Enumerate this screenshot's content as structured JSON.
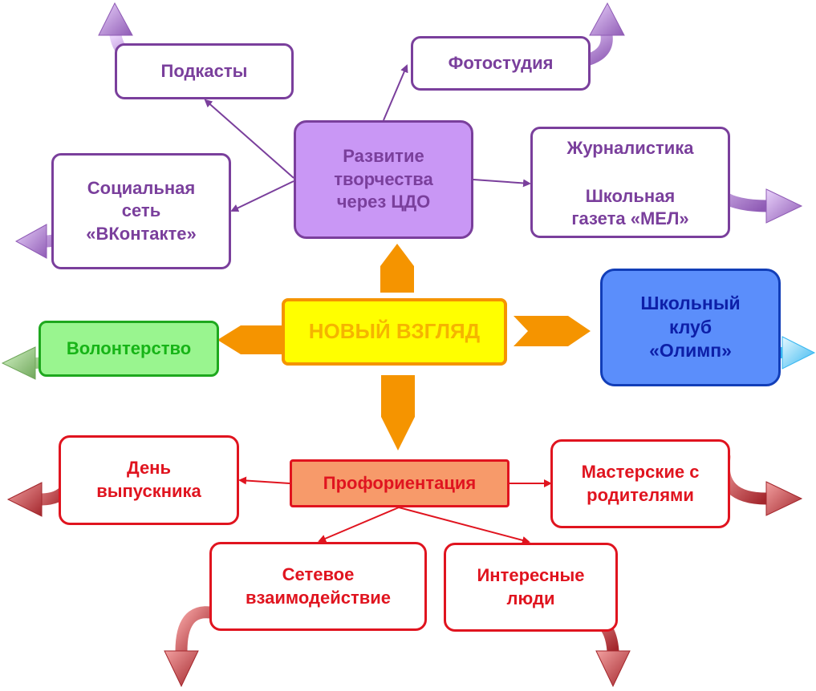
{
  "center": {
    "label": "НОВЫЙ ВЗГЛЯД"
  },
  "creativity": {
    "hub": [
      "Развитие",
      "творчества",
      "через ЦДО"
    ],
    "podcasts": "Подкасты",
    "photo": "Фотостудия",
    "social": [
      "Социальная",
      "сеть",
      "«ВКонтакте»"
    ],
    "journalism": {
      "title": "Журналистика",
      "paper": [
        "Школьная",
        "газета «МЕЛ»"
      ]
    }
  },
  "volunteer": "Волонтерство",
  "club": [
    "Школьный",
    "клуб",
    "«Олимп»"
  ],
  "career": {
    "hub": "Профориентация",
    "graduate": [
      "День",
      "выпускника"
    ],
    "workshops": [
      "Мастерские с",
      "родителями"
    ],
    "network": [
      "Сетевое",
      "взаимодействие"
    ],
    "people": [
      "Интересные",
      "люди"
    ]
  },
  "colors": {
    "purple": "#7a3f9c",
    "purple_fill": "#c997f5",
    "red": "#e0141f",
    "red_fill": "#f79a6a",
    "orange": "#f59400",
    "yellow": "#ffff00",
    "green": "#1ea81e",
    "green_fill": "#99f58f",
    "blue": "#123eb8",
    "blue_fill": "#5b8efb"
  }
}
